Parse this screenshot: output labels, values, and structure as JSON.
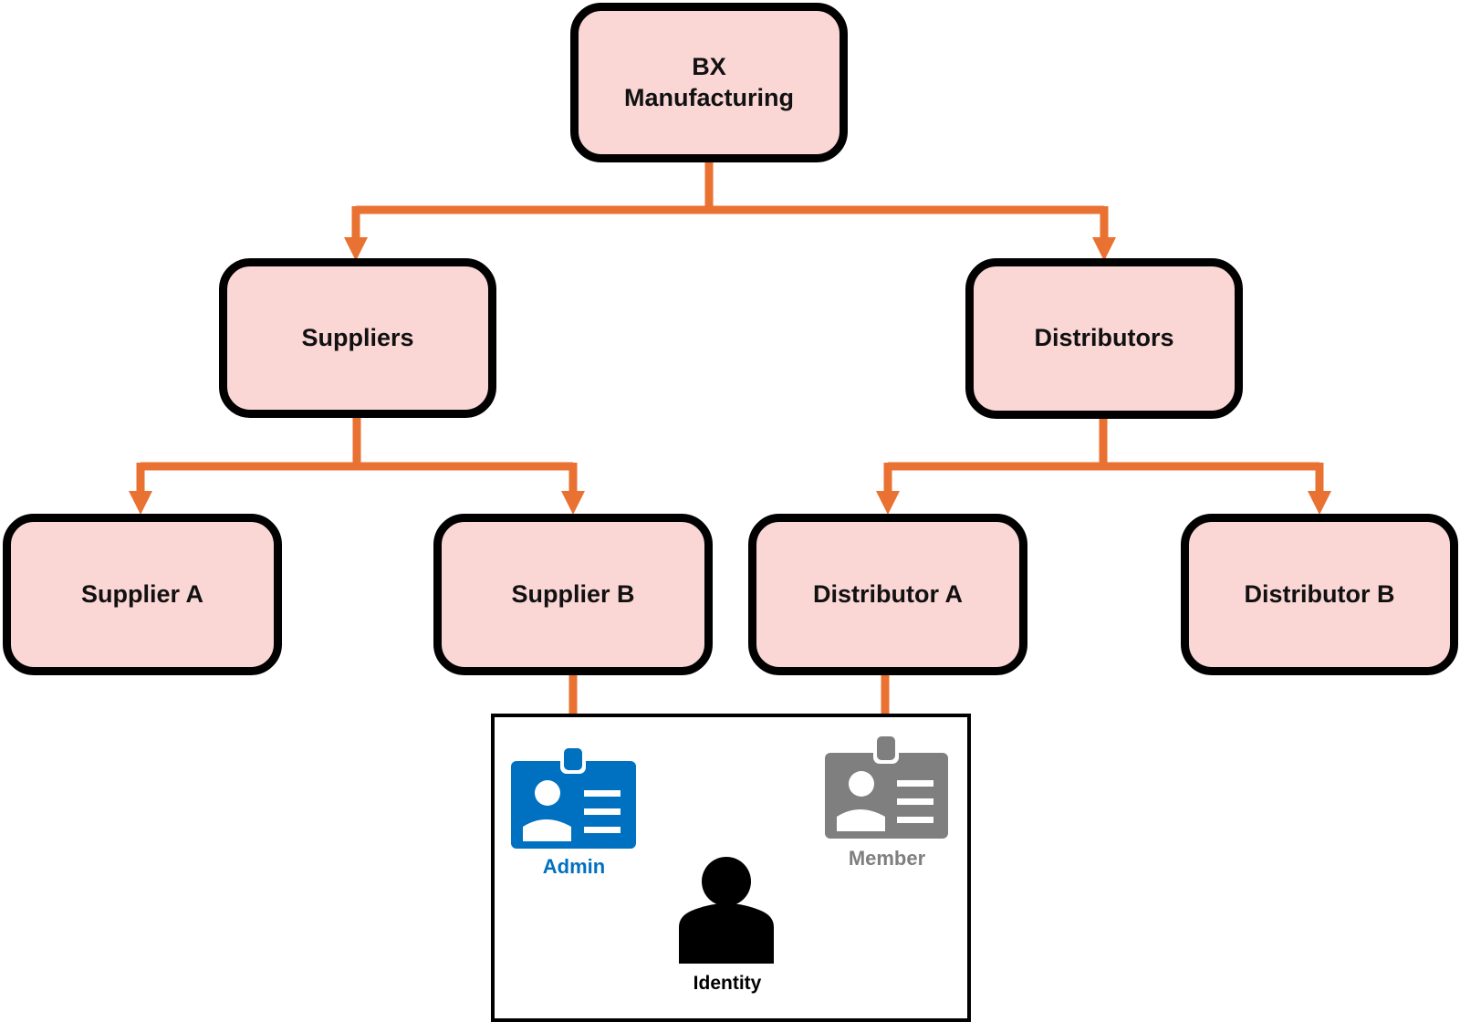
{
  "diagram": {
    "root": {
      "label_line1": "BX",
      "label_line2": "Manufacturing"
    },
    "level2": [
      {
        "label": "Suppliers"
      },
      {
        "label": "Distributors"
      }
    ],
    "level3": [
      {
        "label": "Supplier A"
      },
      {
        "label": "Supplier B"
      },
      {
        "label": "Distributor A"
      },
      {
        "label": "Distributor B"
      }
    ],
    "identity_panel": {
      "admin_label": "Admin",
      "member_label": "Member",
      "identity_label": "Identity"
    },
    "colors": {
      "node_fill": "#fad6d5",
      "connector": "#e97132",
      "admin": "#0070c0",
      "member": "#7f7f7f"
    }
  }
}
